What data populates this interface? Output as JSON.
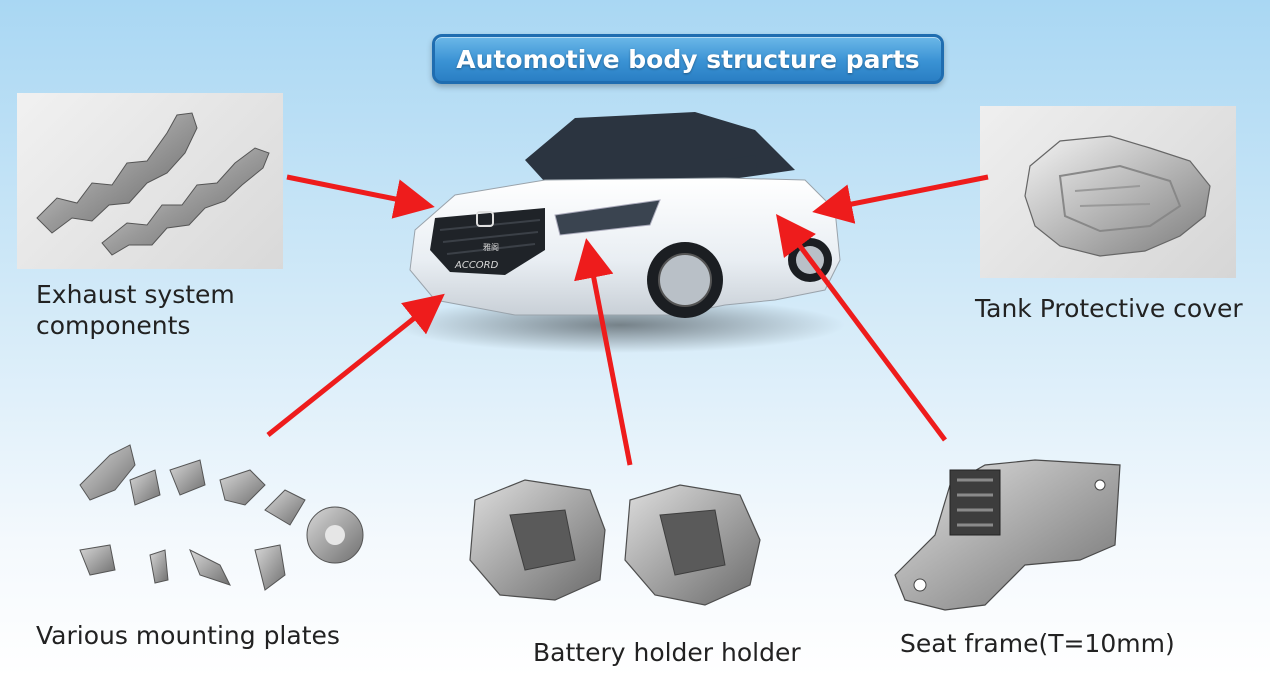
{
  "title": "Automotive body structure parts",
  "car_photo": {
    "grille_text": "ACCORD",
    "badge_text": "雅阁"
  },
  "parts": [
    {
      "id": "exhaust",
      "label_lines": [
        "Exhaust system",
        "components"
      ]
    },
    {
      "id": "tank",
      "label_lines": [
        "Tank Protective cover"
      ]
    },
    {
      "id": "mounting",
      "label_lines": [
        "Various mounting plates"
      ]
    },
    {
      "id": "battery",
      "label_lines": [
        "Battery holder holder"
      ]
    },
    {
      "id": "seat",
      "label_lines": [
        "Seat frame(T=10mm)"
      ]
    }
  ],
  "colors": {
    "arrow": "#ee1c1c",
    "title_fill": "#3a92d4",
    "title_border": "#1f6db0",
    "label_text": "#222222"
  }
}
